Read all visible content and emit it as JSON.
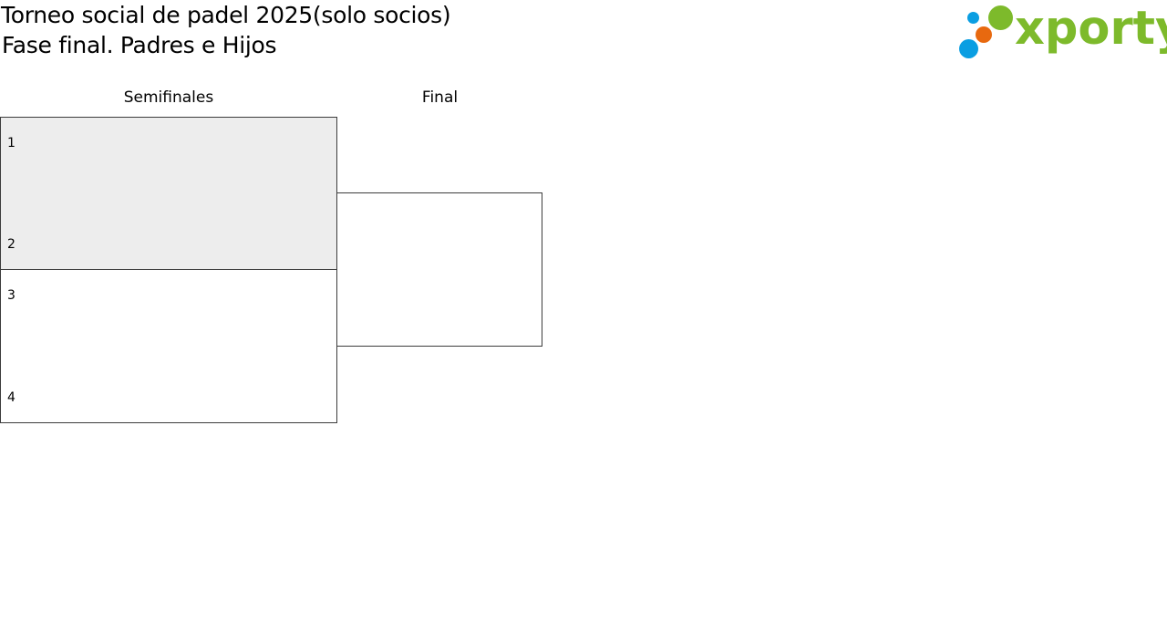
{
  "header": {
    "title_line_1": "Torneo social de padel 2025(solo socios)",
    "title_line_2": "Fase final. Padres e Hijos"
  },
  "logo": {
    "text": "xporty",
    "colors": {
      "text": "#7dba2b",
      "dot_blue": "#0a9ee2",
      "dot_orange": "#e8690f",
      "dot_green": "#7dba2b"
    }
  },
  "bracket": {
    "rounds": [
      {
        "label": "Semifinales"
      },
      {
        "label": "Final"
      }
    ],
    "semifinals": [
      {
        "highlight_color": "#ededed",
        "top_seed": "1",
        "bottom_seed": "2"
      },
      {
        "highlight_color": "#ffffff",
        "top_seed": "3",
        "bottom_seed": "4"
      }
    ]
  }
}
